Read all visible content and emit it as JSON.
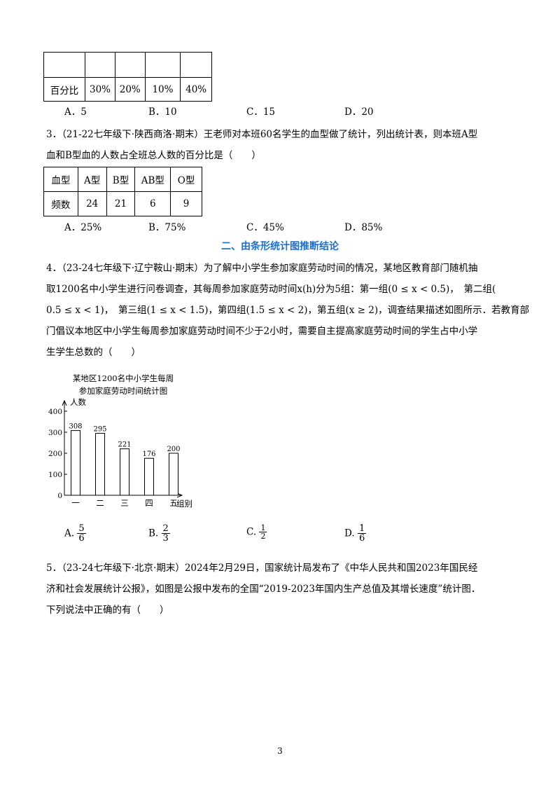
{
  "table1": {
    "row2_label": "百分比",
    "cells": [
      "30%",
      "20%",
      "10%",
      "40%"
    ]
  },
  "q2_options": [
    "A．5",
    "B．10",
    "C．15",
    "D．20"
  ],
  "q3": {
    "line1": "3．（21-22七年级下·陕西商洛·期末）王老师对本班60名学生的血型做了统计，列出统计表，则本班A型",
    "line2": "血和B型血的人数占全班总人数的百分比是（　　）",
    "table": {
      "header": [
        "血型",
        "A型",
        "B型",
        "AB型",
        "O型"
      ],
      "row": [
        "频数",
        "24",
        "21",
        "6",
        "9"
      ]
    },
    "options": [
      "A．25%",
      "B．75%",
      "C．45%",
      "D．85%"
    ]
  },
  "section_title": "二、由条形统计图推断结论",
  "q4": {
    "line1": "4．（23-24七年级下·辽宁鞍山·期末）为了解中小学生参加家庭劳动时间的情况，某地区教育部门随机抽",
    "line2": "取1200名中小学生进行问卷调查，其每周参加家庭劳动时间x(h)分为5组：第一组(0 ≤ x < 0.5)，　第二组(",
    "line3": "0.5 ≤ x < 1)，　第三组(1 ≤ x < 1.5)，第四组(1.5 ≤ x < 2)，第五组(x ≥ 2)，调查结果描述如图所示．若教育部",
    "line4": "门倡议本地区中小学生每周参加家庭劳动时间不少于2小时，需要自主提高家庭劳动时间的学生占中小学",
    "line5": "生学生总数的（　　）",
    "options": [
      {
        "label": "A.",
        "num": "5",
        "den": "6"
      },
      {
        "label": "B.",
        "num": "2",
        "den": "3"
      },
      {
        "label": "C.",
        "num": "1",
        "den": "2"
      },
      {
        "label": "D.",
        "num": "1",
        "den": "6"
      }
    ]
  },
  "chart_data": {
    "type": "bar",
    "title": "某地区1200名中小学生每周参加家庭劳动时间统计图",
    "title_line1": "某地区1200名中小学生每周",
    "title_line2": "参加家庭劳动时间统计图",
    "xlabel": "组别",
    "ylabel": "人数",
    "categories": [
      "一",
      "二",
      "三",
      "四",
      "五"
    ],
    "values": [
      308,
      295,
      221,
      176,
      200
    ],
    "yticks": [
      0,
      100,
      200,
      300,
      400
    ],
    "ylim": [
      0,
      450
    ]
  },
  "q5": {
    "line1": "5．（23-24七年级下·北京·期末）2024年2月29日，国家统计局发布了《中华人民共和国2023年国民经",
    "line2": "济和社会发展统计公报》，如图是公报中发布的全国“2019-2023年国内生产总值及其增长速度”统计图．",
    "line3": "下列说法中正确的有（　　）"
  },
  "page_number": "3"
}
